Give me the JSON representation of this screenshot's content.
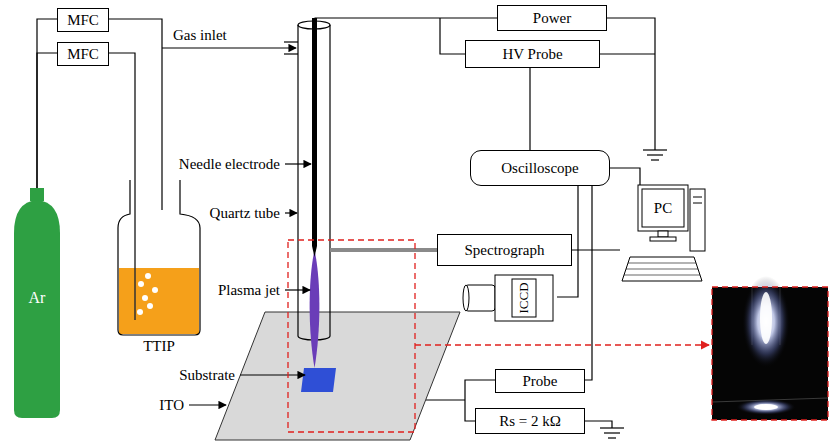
{
  "diagram": {
    "nodes": [
      {
        "text": [
          "MFC"
        ]
      },
      {
        "text": [
          "MFC"
        ]
      },
      {
        "text": [
          "Power"
        ]
      },
      {
        "text": [
          "HV Probe"
        ]
      },
      {
        "text": [
          "Oscilloscope"
        ]
      },
      {
        "text": [
          "Ar"
        ]
      },
      {
        "text": [
          "TTIP"
        ]
      },
      {
        "text": [
          "Spectrograph"
        ]
      },
      {
        "text": [
          "PC"
        ]
      },
      {
        "text": [
          "ICCD"
        ]
      },
      {
        "text": [
          "Probe"
        ]
      },
      {
        "text": [
          "Rs = 2 kΩ"
        ]
      }
    ],
    "edges": [
      {
        "from": 5,
        "to": 0,
        "arrow": "none"
      },
      {
        "from": 5,
        "to": 1,
        "arrow": "none"
      },
      {
        "from": 1,
        "to": 6,
        "arrow": "none"
      },
      {
        "from": 3,
        "to": 4,
        "arrow": "none"
      },
      {
        "from": 4,
        "to": 8,
        "arrow": "none"
      },
      {
        "from": 7,
        "to": 8,
        "arrow": "none"
      },
      {
        "from": 9,
        "to": 4,
        "arrow": "none"
      },
      {
        "from": 4,
        "to": 10,
        "arrow": "none"
      },
      {
        "from": 10,
        "to": 11,
        "arrow": "none"
      }
    ],
    "labels": [
      "Gas inlet",
      "Needle electrode",
      "Quartz tube",
      "Plasma jet",
      "Substrate",
      "ITO"
    ]
  }
}
